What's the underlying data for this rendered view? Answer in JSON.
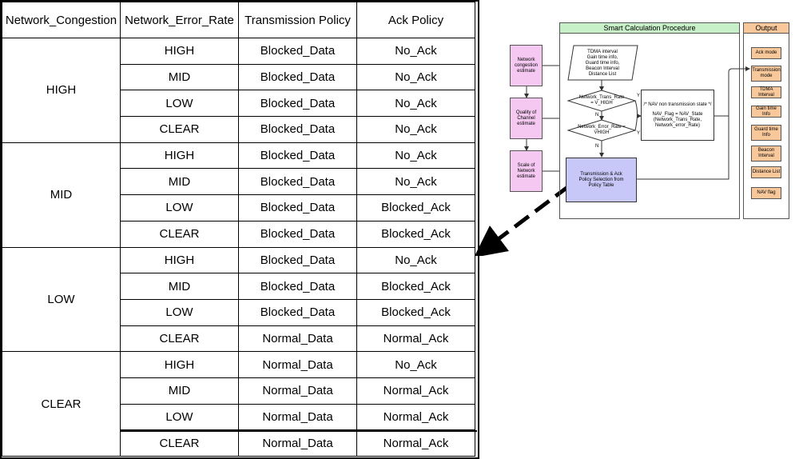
{
  "table": {
    "headers": [
      "Network_Congestion",
      "Network_Error_Rate",
      "Transmission Policy",
      "Ack Policy"
    ],
    "groups": [
      {
        "congestion": "HIGH",
        "rows": [
          [
            "HIGH",
            "Blocked_Data",
            "No_Ack"
          ],
          [
            "MID",
            "Blocked_Data",
            "No_Ack"
          ],
          [
            "LOW",
            "Blocked_Data",
            "No_Ack"
          ],
          [
            "CLEAR",
            "Blocked_Data",
            "No_Ack"
          ]
        ]
      },
      {
        "congestion": "MID",
        "rows": [
          [
            "HIGH",
            "Blocked_Data",
            "No_Ack"
          ],
          [
            "MID",
            "Blocked_Data",
            "No_Ack"
          ],
          [
            "LOW",
            "Blocked_Data",
            "Blocked_Ack"
          ],
          [
            "CLEAR",
            "Blocked_Data",
            "Blocked_Ack"
          ]
        ]
      },
      {
        "congestion": "LOW",
        "rows": [
          [
            "HIGH",
            "Blocked_Data",
            "No_Ack"
          ],
          [
            "MID",
            "Blocked_Data",
            "Blocked_Ack"
          ],
          [
            "LOW",
            "Blocked_Data",
            "Blocked_Ack"
          ],
          [
            "CLEAR",
            "Normal_Data",
            "Normal_Ack"
          ]
        ]
      },
      {
        "congestion": "CLEAR",
        "rows": [
          [
            "HIGH",
            "Normal_Data",
            "No_Ack"
          ],
          [
            "MID",
            "Normal_Data",
            "Normal_Ack"
          ],
          [
            "LOW",
            "Normal_Data",
            "Normal_Ack"
          ],
          [
            "CLEAR",
            "Normal_Data",
            "Normal_Ack"
          ]
        ]
      }
    ]
  },
  "flowchart": {
    "procedure_title": "Smart Calculation Procedure",
    "output_title": "Output",
    "inputs": [
      "Network congestion estimate",
      "Quality of Channel estimate",
      "Scale of Network estimate"
    ],
    "info_box": [
      "TDMA interval",
      "Gain time info,",
      "Guard time info,",
      "Beacon Interval",
      "Distance List"
    ],
    "decision1": [
      "Network_Trans_Rate",
      "= V_HIGH"
    ],
    "decision2": [
      "Network_Error_Rate =",
      "VHIGH"
    ],
    "branch_labels": {
      "no1": "N",
      "no2": "N",
      "yes1": "Y",
      "yes2": "Y"
    },
    "nav_box": [
      "/* NAV non transmission state */",
      "NAV_Flag = NAV_State",
      "(Network_Trans_Rate,",
      "Network_error_Rate)"
    ],
    "policy_box": [
      "Transmission & Ack",
      "Policy Selection from",
      "Policy Table"
    ],
    "outputs": [
      "Ack mode",
      "Transmission mode",
      "TDMA Interval",
      "Gain time Info",
      "Guard time Info",
      "Beacon Interval",
      "Distance List",
      "NAV flag"
    ],
    "colors": {
      "procedure_header": "#c8f0c8",
      "output_header": "#f8c79a",
      "input_box": "#f4c8f0",
      "output_box": "#f8c79a",
      "policy_box": "#c8c8f8"
    }
  }
}
